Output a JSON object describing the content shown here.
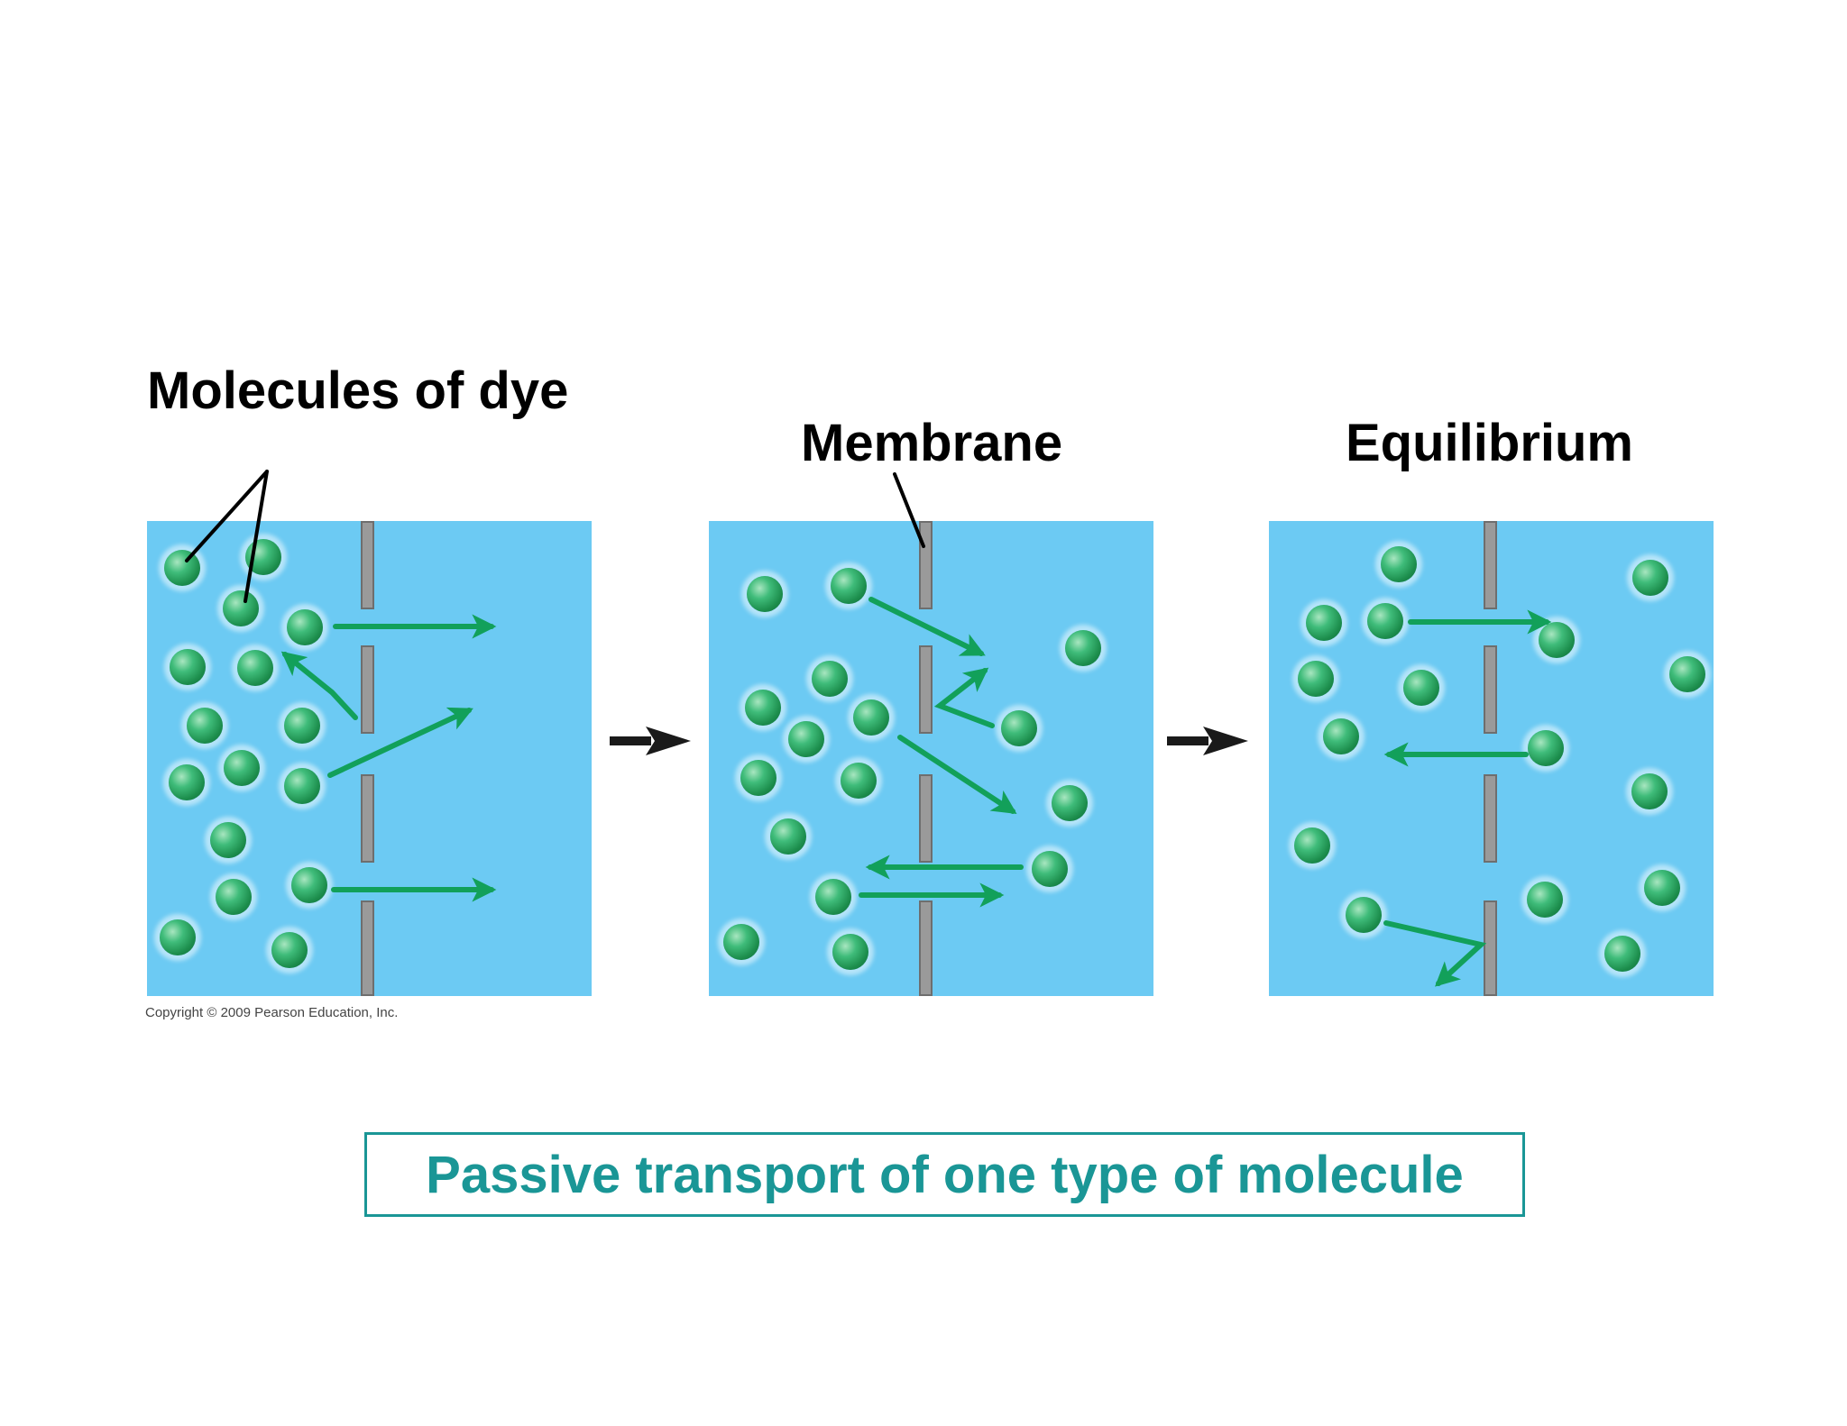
{
  "labels": {
    "molecules_of_dye": "Molecules of dye",
    "membrane": "Membrane",
    "equilibrium": "Equilibrium"
  },
  "copyright": "Copyright © 2009 Pearson Education, Inc.",
  "caption": "Passive transport of one type of molecule",
  "colors": {
    "water": "#6ccaf3",
    "molecule": "#1c8d4c",
    "arrow": "#12a05a",
    "membrane": "#9a9a9a",
    "caption": "#1a9696",
    "step_arrow": "#1a1a1a"
  },
  "icons": {
    "step_arrow": "right-arrow-icon"
  }
}
